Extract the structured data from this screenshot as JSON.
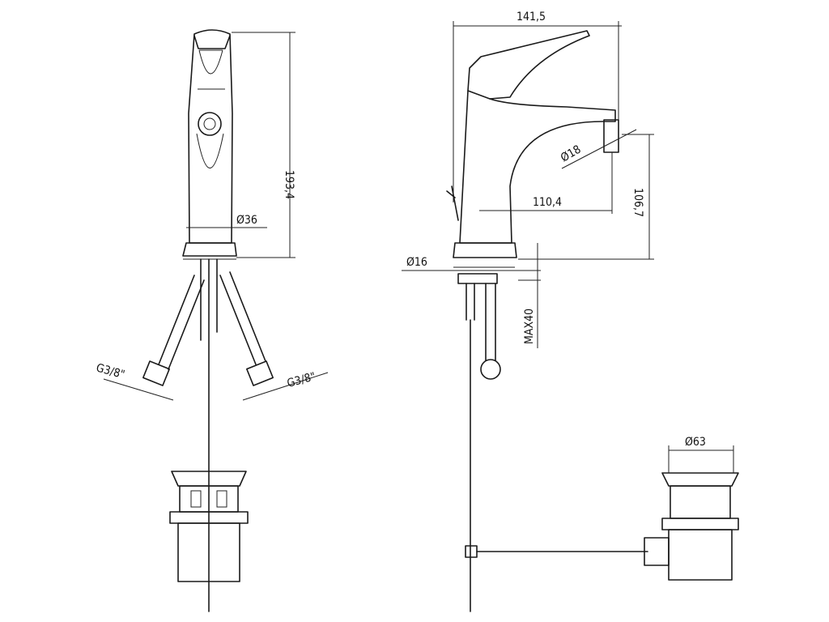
{
  "drawing": {
    "front_view": {
      "height_dim": "193,4",
      "spout_diameter": "Ø36",
      "hose_left": "G3/8\"",
      "hose_right": "G3/8\""
    },
    "side_view": {
      "overall_length": "141,5",
      "aerator_diameter": "Ø18",
      "reach": "110,4",
      "spout_height": "106,7",
      "shank_diameter": "Ø16",
      "max_deck": "MAX40",
      "waste_diameter": "Ø63"
    }
  }
}
